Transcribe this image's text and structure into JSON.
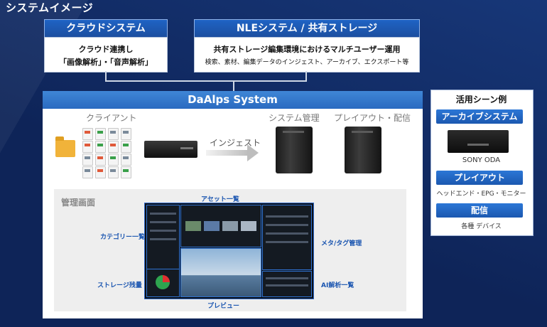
{
  "title": "システムイメージ",
  "cloud": {
    "header": "クラウドシステム",
    "line1": "クラウド連携し",
    "line2": "「画像解析」・「音声解析」"
  },
  "nle": {
    "header": "NLEシステム / 共有ストレージ",
    "line1": "共有ストレージ編集環境におけるマルチユーザー運用",
    "line2": "検索、素材、編集データのインジェスト、アーカイブ、エクスポート等"
  },
  "daalps": {
    "header": "DaAlps System",
    "client_label": "クライアント",
    "ingest_label": "インジェスト",
    "system_mgmt_label": "システム管理",
    "playout_label": "プレイアウト・配信",
    "icon_names": [
      "folder-icon",
      "document-icon",
      "image-icon",
      "audio-icon",
      "video-icon",
      "pc-icon",
      "server-icon"
    ]
  },
  "management": {
    "label": "管理画面",
    "callouts": {
      "asset_list": "アセット一覧",
      "category_list": "カテゴリー一覧",
      "meta_tag": "メタ/タグ管理",
      "storage_status": "ストレージ残量",
      "ai_analysis": "AI解析一覧",
      "preview": "プレビュー"
    }
  },
  "use_cases": {
    "header": "活用シーン例",
    "archive_button": "アーカイブシステム",
    "archive_caption": "SONY ODA",
    "playout_button": "プレイアウト",
    "playout_caption": "ヘッドエンド・EPG・モニター",
    "distribution_button": "配信",
    "distribution_caption": "各種 デバイス"
  },
  "colors": {
    "background": "#0e2458",
    "header_blue": "#1c4fa0",
    "main_header_blue": "#2a6ac0",
    "callout_blue": "#1a55b0",
    "folder_yellow": "#f1b33a"
  }
}
